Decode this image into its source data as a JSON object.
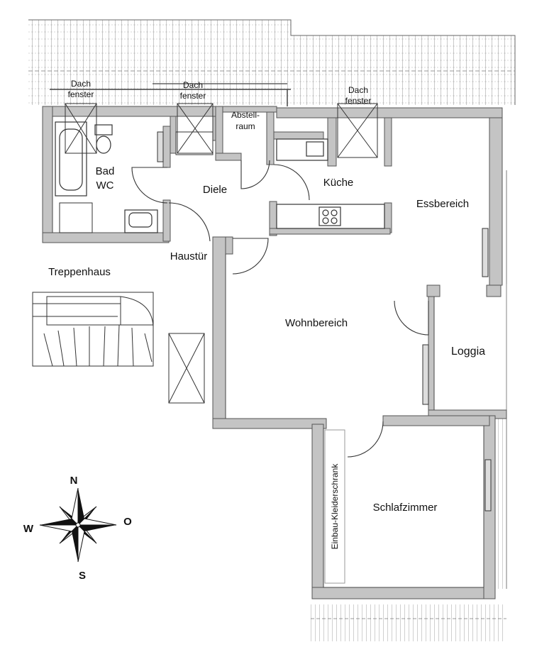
{
  "rooms": {
    "dachfenster_1": [
      "Dach",
      "fenster"
    ],
    "dachfenster_2": [
      "Dach",
      "fenster"
    ],
    "dachfenster_3": [
      "Dach",
      "fenster"
    ],
    "abstellraum": [
      "Abstell-",
      "raum"
    ],
    "bad_wc": [
      "Bad",
      "WC"
    ],
    "diele": "Diele",
    "kueche": "Küche",
    "essbereich": "Essbereich",
    "haustuer": "Haustür",
    "treppenhaus": "Treppenhaus",
    "wohnbereich": "Wohnbereich",
    "loggia": "Loggia",
    "einbau_kleiderschrank": "Einbau-Kleiderschrank",
    "schlafzimmer": "Schlafzimmer"
  },
  "compass": {
    "n": "N",
    "s": "S",
    "w": "W",
    "o": "O"
  },
  "colors": {
    "wall": "#c4c4c4",
    "wall_edge": "#555555",
    "line": "#333333",
    "roof": "#888888"
  }
}
